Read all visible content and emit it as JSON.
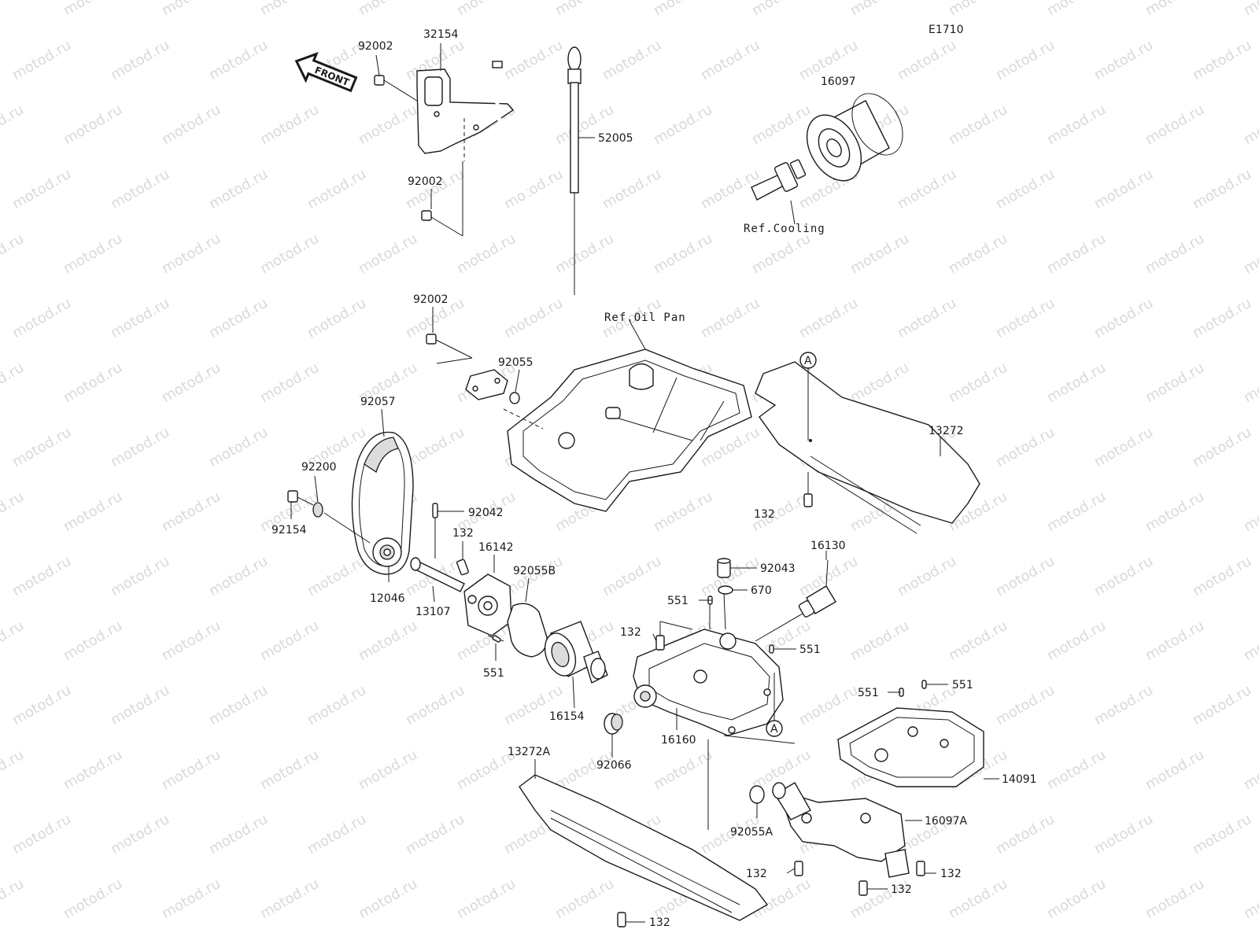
{
  "diagram": {
    "code": "E1710",
    "watermark": "motod.ru",
    "front_arrow": "FRONT",
    "refs": {
      "cooling": "Ref.Cooling",
      "oil_pan": "Ref.Oil Pan"
    },
    "marker_a": "A",
    "parts": {
      "p92002a": "92002",
      "p32154": "32154",
      "p52005": "52005",
      "p16097": "16097",
      "p92002b": "92002",
      "p92002c": "92002",
      "p92055": "92055",
      "p92057": "92057",
      "p13272": "13272",
      "p92200": "92200",
      "p92154": "92154",
      "p92042": "92042",
      "p132a": "132",
      "p132b": "132",
      "p16142": "16142",
      "p92055b": "92055B",
      "p12046": "12046",
      "p13107": "13107",
      "p551a": "551",
      "p16130": "16130",
      "p92043": "92043",
      "p551b": "551",
      "p670": "670",
      "p132c": "132",
      "p551c": "551",
      "p551d": "551",
      "p551e": "551",
      "p16154": "16154",
      "p92066": "92066",
      "p16160": "16160",
      "p13272a": "13272A",
      "p14091": "14091",
      "p16097a": "16097A",
      "p92055a": "92055A",
      "p132d": "132",
      "p132e": "132",
      "p132f": "132",
      "p132g": "132"
    }
  }
}
